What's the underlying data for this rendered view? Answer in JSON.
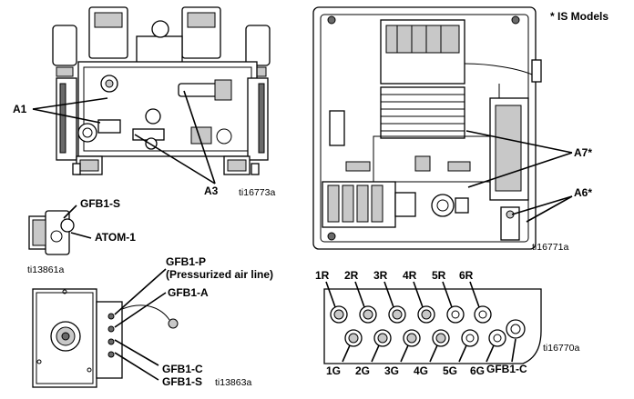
{
  "note": "* IS Models",
  "labels": {
    "a1": "A1",
    "a3": "A3",
    "a7": "A7*",
    "a6": "A6*",
    "gfb1_s_top": "GFB1-S",
    "atom_1": "ATOM-1",
    "gfb1_p": "GFB1-P",
    "gfb1_p_desc": "(Pressurized air line)",
    "gfb1_a": "GFB1-A",
    "gfb1_c_left": "GFB1-C",
    "gfb1_s_bottom": "GFB1-S",
    "gfb1_c_right": "GFB1-C"
  },
  "ports_top": [
    "1R",
    "2R",
    "3R",
    "4R",
    "5R",
    "6R"
  ],
  "ports_bottom": [
    "1G",
    "2G",
    "3G",
    "4G",
    "5G",
    "6G"
  ],
  "figure_refs": {
    "top_left": "ti16773a",
    "top_right": "ti16771a",
    "middle_left": "ti13861a",
    "bottom_left": "ti13863a",
    "bottom_right": "ti16770a"
  }
}
